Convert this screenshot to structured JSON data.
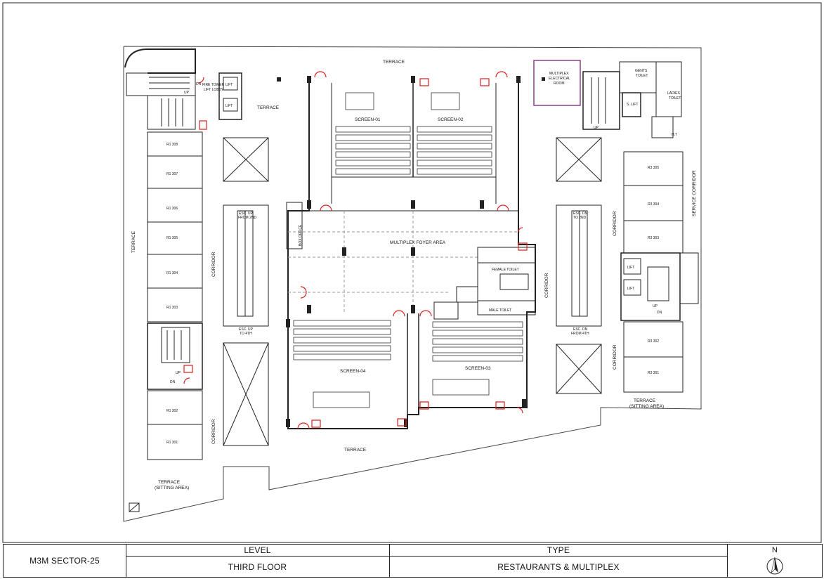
{
  "plan": {
    "terrace_top": "TERRACE",
    "terrace_left_lobby": "TERRACE",
    "terrace_west": "TERRACE",
    "terrace_bottom": "TERRACE",
    "terrace_sitting_sw": "TERRACE",
    "sitting_area_sw": "(SITTING AREA)",
    "terrace_sitting_se": "TERRACE",
    "sitting_area_se": "(SITTING AREA)",
    "multiplex_electrical_room": [
      "MULTIPLEX",
      "ELECTRICAL",
      "ROOM"
    ],
    "gents_toilet": [
      "GENTS",
      "TOILET"
    ],
    "ladies_toilet": [
      "LADIES",
      "TOILET"
    ],
    "ht_label": "H.T",
    "fire_tower": [
      "FIRE TOWER",
      "LIFT LOBBY"
    ],
    "lift": "LIFT",
    "s_lift": "S. LIFT",
    "up": "UP",
    "dn": "DN",
    "screens": [
      "SCREEN-01",
      "SCREEN-02",
      "SCREEN-03",
      "SCREEN-04"
    ],
    "foyer": "MULTIPLEX FOYER AREA",
    "box_office": "BOX OFFICE",
    "female_toilet": "FEMALE TOILET",
    "male_toilet": "MALE TOILET",
    "corridor": "CORRIDOR",
    "service_corridor": "SERVICE CORRIDOR",
    "esc_up_2nd": [
      "ESC. UP",
      "FROM 2ND"
    ],
    "esc_up_4th": [
      "ESC. UP",
      "TO 4TH"
    ],
    "esc_dn_4th": [
      "ESC. DN",
      "FROM 4TH"
    ],
    "esc_dn_2nd": [
      "ESC. DN",
      "TO 2ND"
    ],
    "r1_units": [
      "R1 308",
      "R1 307",
      "R1 306",
      "R1 305",
      "R1 304",
      "R1 303",
      "R1 302",
      "R1 301"
    ],
    "r3_units_top": [
      "R3 305",
      "R3 304",
      "R3 303"
    ],
    "r3_units_bottom": [
      "R3 302",
      "R3 301"
    ]
  },
  "titleblock": {
    "project": "M3M SECTOR-25",
    "level_header": "LEVEL",
    "level_value": "THIRD FLOOR",
    "type_header": "TYPE",
    "type_value": "RESTAURANTS & MULTIPLEX",
    "north": "N"
  },
  "colors": {
    "line": "#222222",
    "door": "#e0201e",
    "electrical_room": "#8e3f8e"
  }
}
